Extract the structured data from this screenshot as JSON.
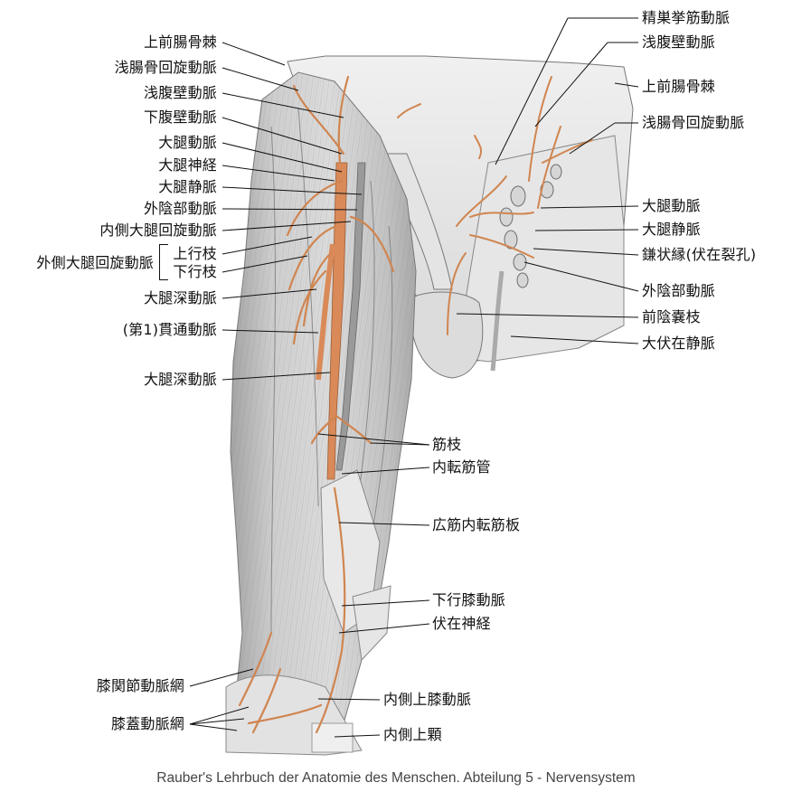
{
  "labels_left": [
    {
      "key": "l1",
      "text": "上前腸骨棘"
    },
    {
      "key": "l2",
      "text": "浅腸骨回旋動脈"
    },
    {
      "key": "l3",
      "text": "浅腹壁動脈"
    },
    {
      "key": "l4",
      "text": "下腹壁動脈"
    },
    {
      "key": "l5",
      "text": "大腿動脈"
    },
    {
      "key": "l6",
      "text": "大腿神経"
    },
    {
      "key": "l7",
      "text": "大腿静脈"
    },
    {
      "key": "l8",
      "text": "外陰部動脈"
    },
    {
      "key": "l9",
      "text": "内側大腿回旋動脈"
    },
    {
      "key": "l10",
      "text": "外側大腿回旋動脈"
    },
    {
      "key": "l11",
      "text": "上行枝"
    },
    {
      "key": "l12",
      "text": "下行枝"
    },
    {
      "key": "l13",
      "text": "大腿深動脈"
    },
    {
      "key": "l14",
      "text": "(第1)貫通動脈"
    },
    {
      "key": "l15",
      "text": "大腿深動脈"
    },
    {
      "key": "l16",
      "text": "膝関節動脈網"
    },
    {
      "key": "l17",
      "text": "膝蓋動脈網"
    }
  ],
  "labels_right": [
    {
      "key": "r1",
      "text": "精巣挙筋動脈"
    },
    {
      "key": "r2",
      "text": "浅腹壁動脈"
    },
    {
      "key": "r3",
      "text": "上前腸骨棘"
    },
    {
      "key": "r4",
      "text": "浅腸骨回旋動脈"
    },
    {
      "key": "r5",
      "text": "大腿動脈"
    },
    {
      "key": "r6",
      "text": "大腿静脈"
    },
    {
      "key": "r7",
      "text": "鎌状縁(伏在裂孔)"
    },
    {
      "key": "r8",
      "text": "外陰部動脈"
    },
    {
      "key": "r9",
      "text": "前陰嚢枝"
    },
    {
      "key": "r10",
      "text": "大伏在静脈"
    }
  ],
  "labels_center": [
    {
      "key": "c1",
      "text": "筋枝"
    },
    {
      "key": "c2",
      "text": "内転筋管"
    },
    {
      "key": "c3",
      "text": "広筋内転筋板"
    },
    {
      "key": "c4",
      "text": "下行膝動脈"
    },
    {
      "key": "c5",
      "text": "伏在神経"
    },
    {
      "key": "c6",
      "text": "内側上膝動脈"
    },
    {
      "key": "c7",
      "text": "内側上顆"
    }
  ],
  "caption": "Rauber's Lehrbuch der Anatomie des Menschen. Abteilung 5 -  Nervensystem",
  "colors": {
    "artery": "#d98a58",
    "muscle": "#cfcfcf",
    "skin": "#e9e9e9",
    "shadow": "#9a9a9a",
    "leader": "#111111"
  }
}
